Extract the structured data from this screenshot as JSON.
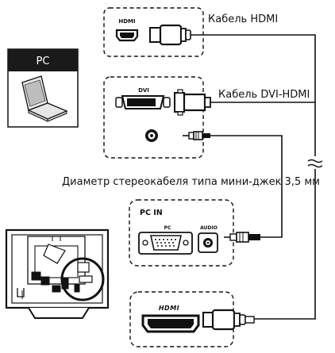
{
  "pc_box": {
    "label": "PC"
  },
  "ports": {
    "hdmi_top": "HDMI",
    "dvi": "DVI",
    "pc_in_title": "PC IN",
    "pc_in_pc": "PC",
    "pc_in_audio": "AUDIO",
    "hdmi_bottom_logo": "HDMI"
  },
  "cables": {
    "hdmi": "Кабель HDMI",
    "dvi_hdmi": "Кабель DVI-HDMI",
    "audio": "Диаметр стереокабеля типа мини-джек 3,5 мм"
  },
  "colors": {
    "line": "#111111",
    "pc_label_bg": "#1a1a1a",
    "laptop_fill": "#bdbdbd"
  }
}
